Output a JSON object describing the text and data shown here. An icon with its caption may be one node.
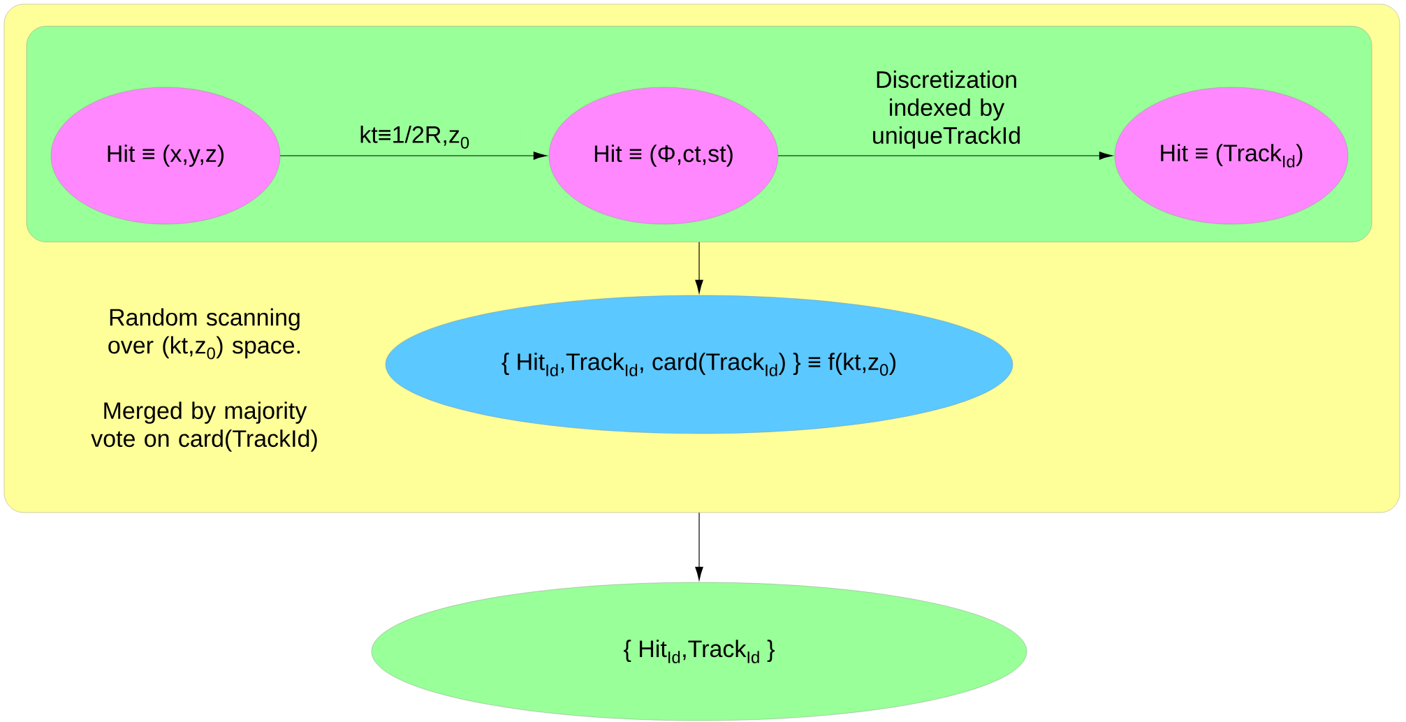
{
  "diagram": {
    "nodes": [
      {
        "text": [
          "Random scanning over (kt,z$_{0}$) space.",
          "Merged by majority vote on card(TrackId)"
        ]
      },
      {
        "text": [],
        "shape": "box",
        "in": 0
      },
      {
        "text": [
          "Hit ≡ (x,y,z)"
        ],
        "in": 1
      },
      {
        "text": [
          "Hit ≡ (Φ,ct,st)"
        ],
        "in": 1
      },
      {
        "text": [
          "Hit ≡ (Track$_{Id}$)"
        ],
        "in": 1
      },
      {
        "text": [
          "{ Hit$_{Id}$,Track$_{Id}$, card(Track$_{Id}$) } ≡ f(kt,z$_{0}$)"
        ],
        "in": 0
      },
      {
        "text": [
          "{ Hit$_{Id}$,Track$_{Id}$ }"
        ]
      }
    ],
    "edges": [
      {
        "from": 2,
        "to": 3,
        "arrow": "to",
        "label": "kt≡1/2R,z$_{0}$"
      },
      {
        "from": 3,
        "to": 4,
        "arrow": "to",
        "label": "Discretization indexed by uniqueTrackId"
      },
      {
        "from": 1,
        "to": 5,
        "arrow": "to"
      },
      {
        "from": 0,
        "to": 6,
        "arrow": "to"
      }
    ]
  }
}
